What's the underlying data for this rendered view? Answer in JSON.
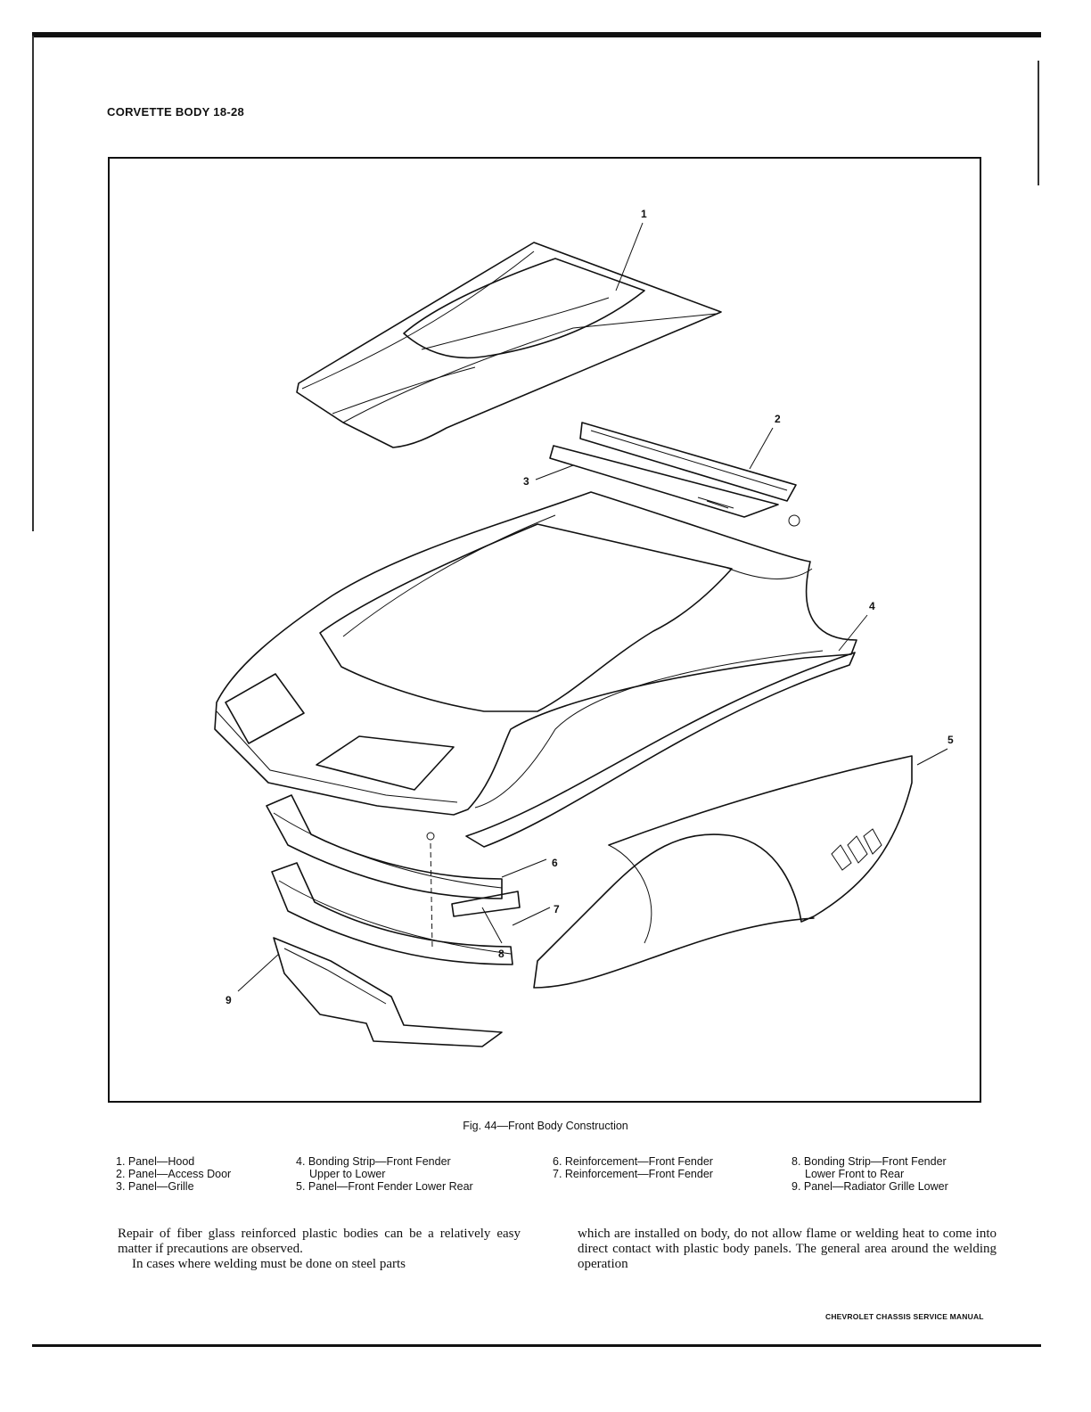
{
  "header": "CORVETTE BODY 18-28",
  "figure": {
    "callouts": [
      "1",
      "2",
      "3",
      "4",
      "5",
      "6",
      "7",
      "8",
      "9"
    ],
    "caption": "Fig. 44—Front Body Construction"
  },
  "legend": {
    "col1": [
      "1. Panel—Hood",
      "2. Panel—Access Door",
      "3. Panel—Grille"
    ],
    "col2": [
      "4. Bonding Strip—Front Fender",
      "Upper to Lower",
      "5. Panel—Front Fender Lower Rear"
    ],
    "col3": [
      "6. Reinforcement—Front Fender",
      "7. Reinforcement—Front Fender"
    ],
    "col4": [
      "8. Bonding Strip—Front Fender",
      "Lower Front to Rear",
      "9. Panel—Radiator Grille Lower"
    ]
  },
  "body": {
    "left": [
      "Repair of fiber glass reinforced plastic bodies can be a relatively easy matter if precautions are observed.",
      "In cases where welding must be done on steel parts"
    ],
    "right": [
      "which are installed on body, do not allow flame or welding heat to come into direct contact with plastic body panels. The general area around the welding operation"
    ]
  },
  "footer": "CHEVROLET CHASSIS SERVICE MANUAL"
}
